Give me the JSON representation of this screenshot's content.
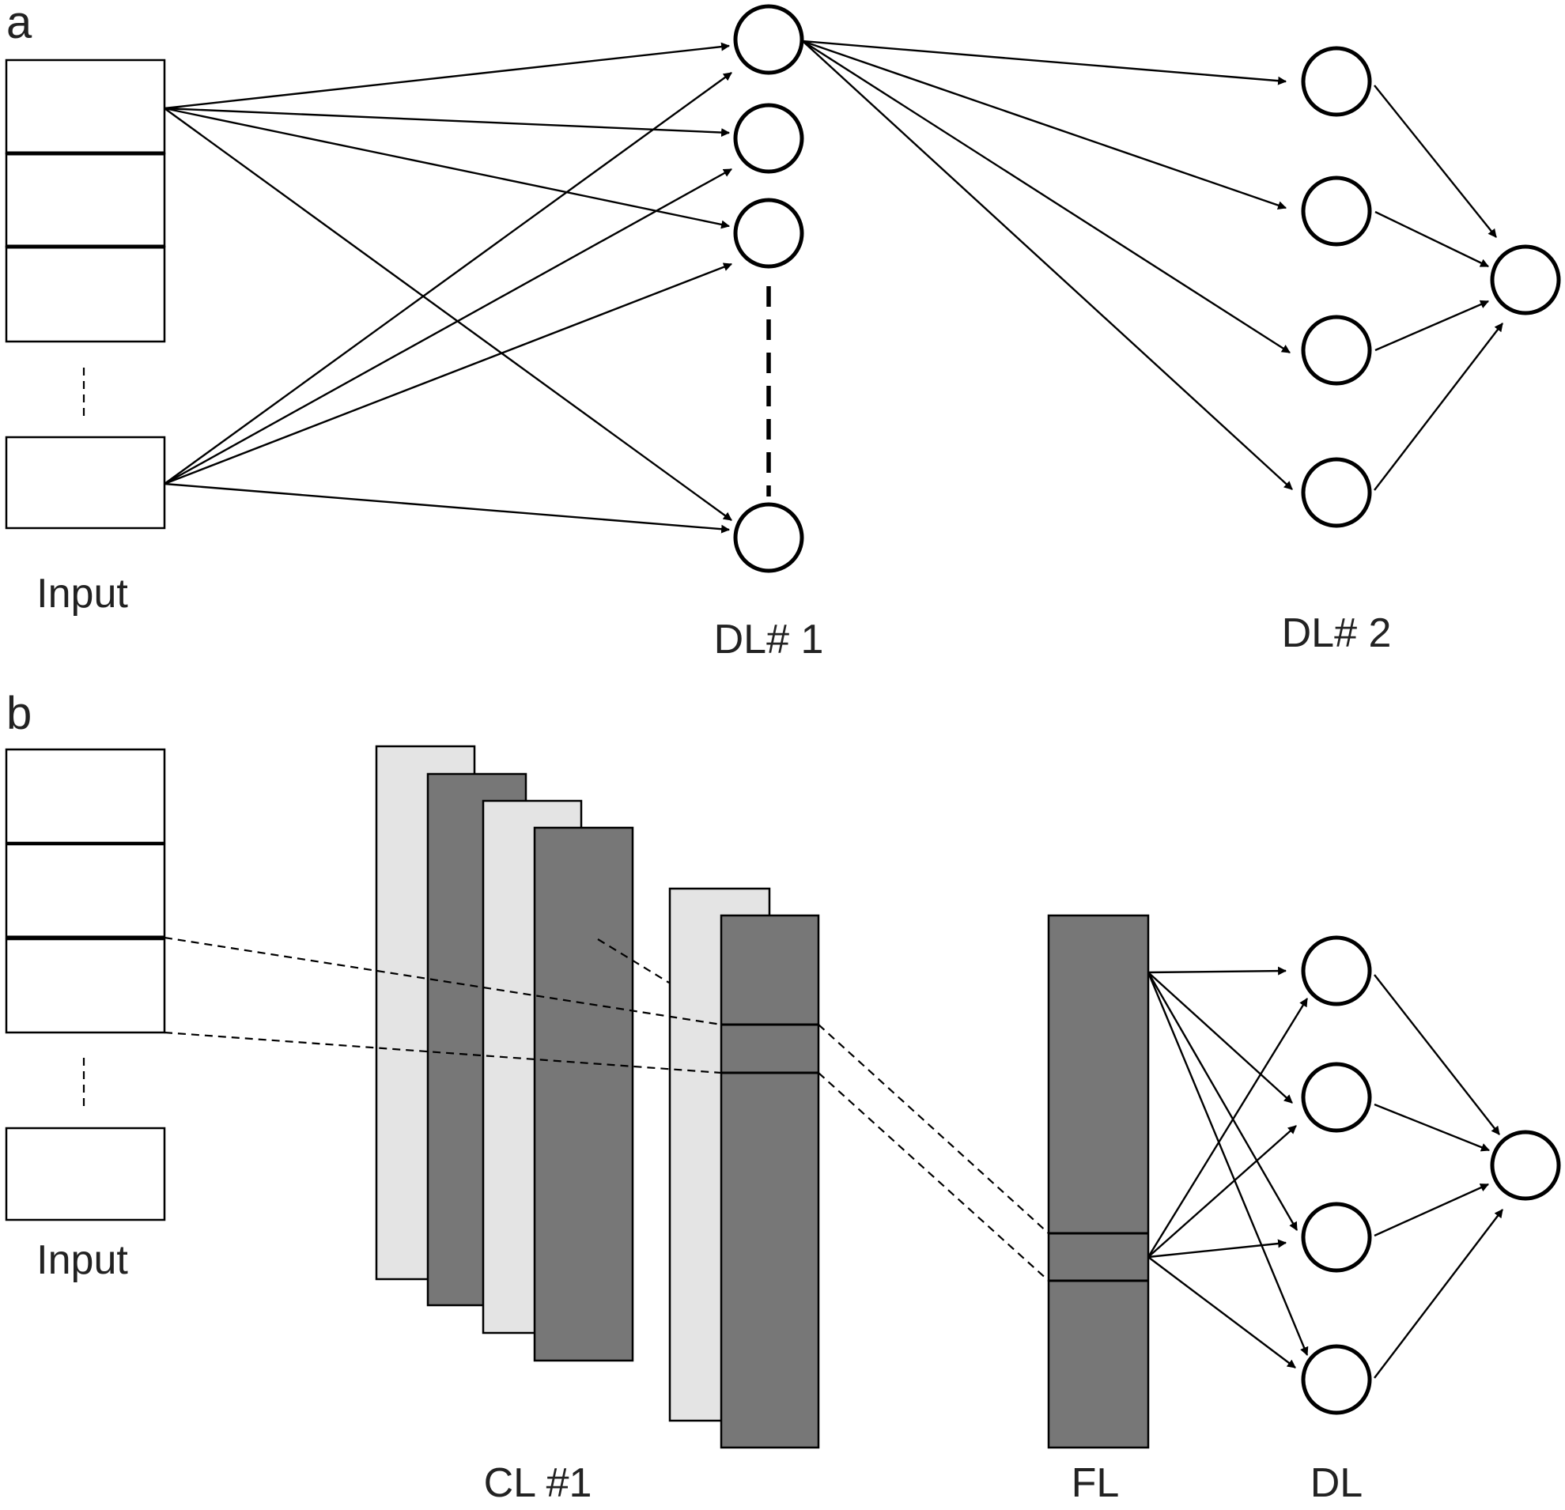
{
  "panels": {
    "a": {
      "label": "a",
      "input_label": "Input",
      "layer1_label": "DL# 1",
      "layer2_label": "DL# 2"
    },
    "b": {
      "label": "b",
      "input_label": "Input",
      "conv_label": "CL #1",
      "flatten_label": "FL",
      "dense_label": "DL"
    }
  },
  "colors": {
    "light_map": "#e4e4e4",
    "dark_map": "#777777",
    "stroke": "#000000"
  }
}
